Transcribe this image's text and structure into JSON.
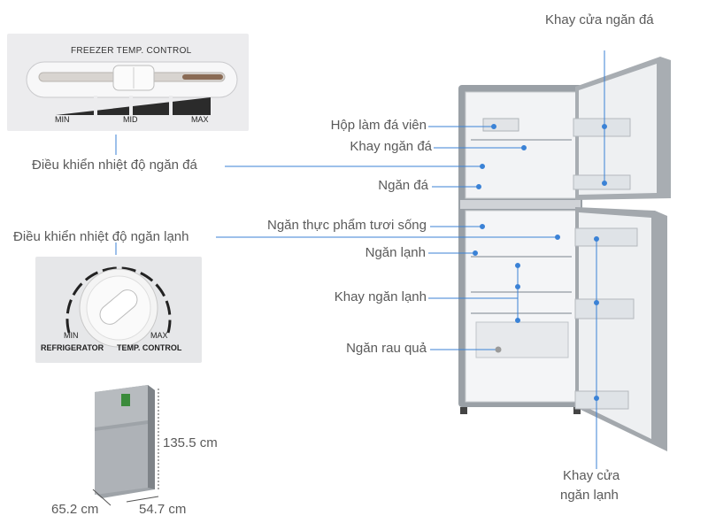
{
  "freezer_panel": {
    "title": "FREEZER TEMP. CONTROL",
    "min": "MIN",
    "mid": "MID",
    "max": "MAX"
  },
  "fridge_panel": {
    "min": "MIN",
    "max": "MAX",
    "refrigerator": "REFRIGERATOR",
    "temp_control": "TEMP. CONTROL"
  },
  "labels": {
    "freezer_control": "Điều khiển nhiệt độ ngăn đá",
    "fridge_control": "Điều  khiển nhiệt độ ngăn lạnh",
    "ice_maker": "Hộp làm đá viên",
    "freezer_tray": "Khay ngăn đá",
    "freezer_compartment": "Ngăn đá",
    "fresh_food": "Ngăn thực  phẩm tươi sống",
    "fridge_compartment": "Ngăn lạnh",
    "fridge_tray": "Khay ngăn lạnh",
    "vegetable_drawer": "Ngăn rau quả",
    "freezer_door_tray": "Khay cửa ngăn đá",
    "fridge_door_tray_1": "Khay cửa",
    "fridge_door_tray_2": "ngăn lạnh"
  },
  "dimensions": {
    "height": "135.5 cm",
    "width": "54.7 cm",
    "depth": "65.2 cm"
  },
  "colors": {
    "callout_line": "#3b82d6",
    "label_text": "#5a5a5a",
    "fridge_body": "#8e9296",
    "fridge_interior": "#f4f5f7"
  }
}
